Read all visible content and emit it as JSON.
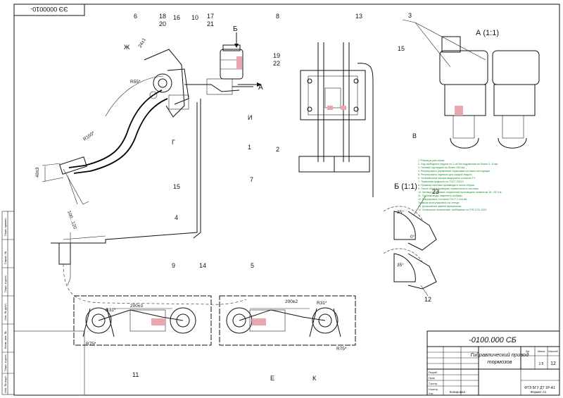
{
  "document": {
    "stamp_top_left": "ЭЭ 0000010-",
    "view_labels": {
      "view_a": "А (1:1)",
      "view_b": "Б (1:1)",
      "arrow_a": "А",
      "arrow_b": "Б"
    },
    "leaders": [
      "6",
      "18",
      "16",
      "10",
      "17",
      "20",
      "21",
      "8",
      "13",
      "19",
      "22",
      "15",
      "3",
      "2",
      "7",
      "1",
      "И",
      "Г",
      "15",
      "4",
      "9",
      "14",
      "5",
      "11",
      "Е",
      "К",
      "12",
      "23",
      "В",
      "Ж"
    ],
    "dimensions": {
      "r55": "R55*",
      "r160": "R160*",
      "r31_left": "R31*",
      "r31_right": "R31*",
      "r75_left": "R75*",
      "r75_right": "R75*",
      "d200_left": "200±3",
      "d200_right": "200±2",
      "d100_120": "100...120",
      "d40": "40±3",
      "d24": "24±1",
      "a35_1": "35°",
      "a35_2": "35°",
      "a0": "0°"
    },
    "notes": [
      "1 *Размеры для справ.",
      "2. Ход свободного педали по 1-ой без гидравлики не более 4...6 мм.",
      "3. Полный ход педали не более 150 мм.",
      "4. Регулировать управление тормозами согласно инструкции.",
      "5. Регулировать отдельно для каждой педали.",
      "6. Установочные зазоры выдержать согласно ТУ.",
      "7. Тормозная жидкость по ГОСТ 23219.",
      "8. Прокачку системы производить после сборки.",
      "9. После сборки проверить герметичность системы.",
      "10. Затяжку резьбовых соединений производить моментом 18...25 Н·м.",
      "11. Трубопроводы закрепить скобами.",
      "12. Маркировать согласно ГОСТ 2.314-68.",
      "Тормоза отрегулировать на стенде.",
      "13. Допускается замена материалов.",
      "14. Остальные технические требования по СТБ 1711-2007."
    ],
    "title_block": {
      "designation": "-0100.000 СБ",
      "title_line1": "Гидравлический привод",
      "title_line2": "тормозов",
      "sheet": "12",
      "scale": "1:5",
      "org": "ФТЭ БГУ ДТ 1Р-А1",
      "copied": "Копировал",
      "format": "Формат А1",
      "roles": [
        "Разраб.",
        "Пров.",
        "Т.контр.",
        "Н.контр.",
        "Утв."
      ],
      "lit": "Лит.",
      "mass": "Масса",
      "scale_label": "Масштаб"
    },
    "side_labels": [
      "Перв. примен.",
      "Справ. №",
      "Подп. и дата",
      "Инв. № дубл.",
      "Взам. инв. №",
      "Подп. и дата",
      "Инв. № подл."
    ]
  }
}
